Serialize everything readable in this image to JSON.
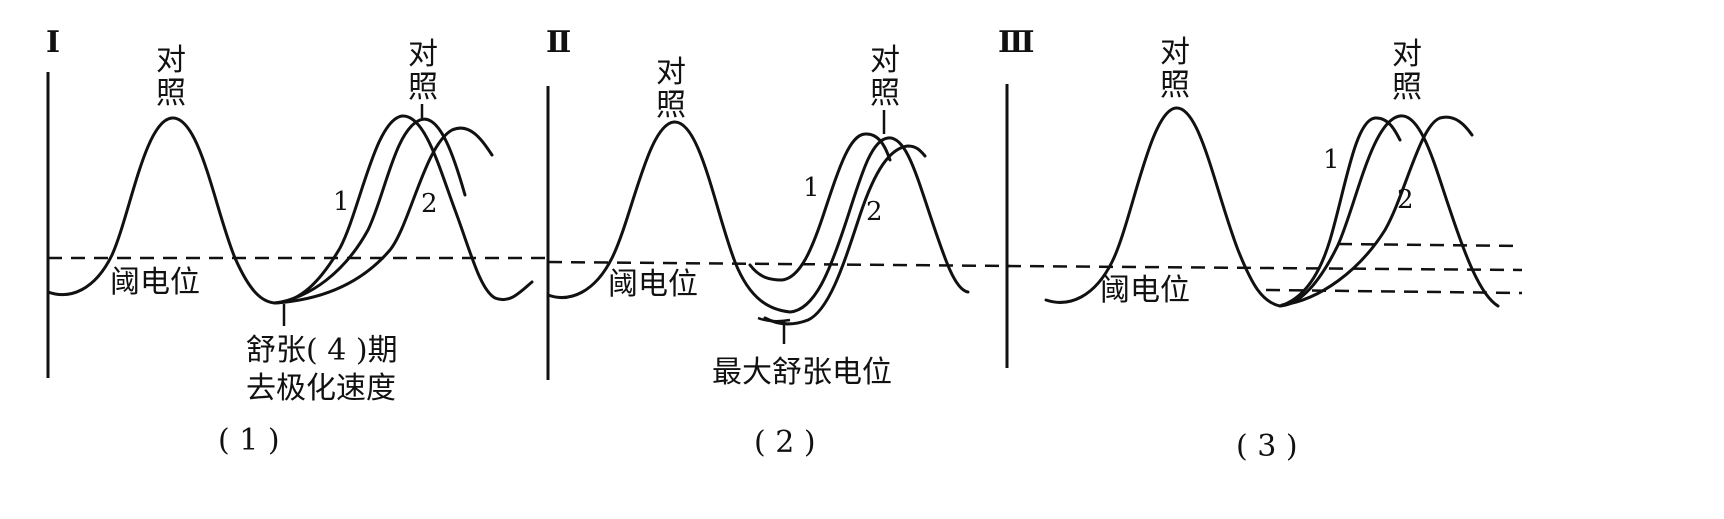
{
  "panels": [
    {
      "roman": "Ⅰ",
      "caption": "( 1 )",
      "control_top_1": "对",
      "control_bottom_1": "照",
      "control_top_2": "对",
      "control_bottom_2": "照",
      "threshold_label": "阈电位",
      "curve_1_label": "1",
      "curve_2_label": "2",
      "annotation_line_1": "舒张( 4 )期",
      "annotation_line_2": "去极化速度"
    },
    {
      "roman": "Ⅱ",
      "caption": "( 2 )",
      "control_top_1": "对",
      "control_bottom_1": "照",
      "control_top_2": "对",
      "control_bottom_2": "照",
      "threshold_label": "阈电位",
      "curve_1_label": "1",
      "curve_2_label": "2",
      "annotation_line_1": "最大舒张电位"
    },
    {
      "roman": "Ⅲ",
      "caption": "( 3 )",
      "control_top_1": "对",
      "control_bottom_1": "照",
      "control_top_2": "对",
      "control_bottom_2": "照",
      "threshold_label": "阈电位",
      "curve_1_label": "1",
      "curve_2_label": "2"
    }
  ]
}
